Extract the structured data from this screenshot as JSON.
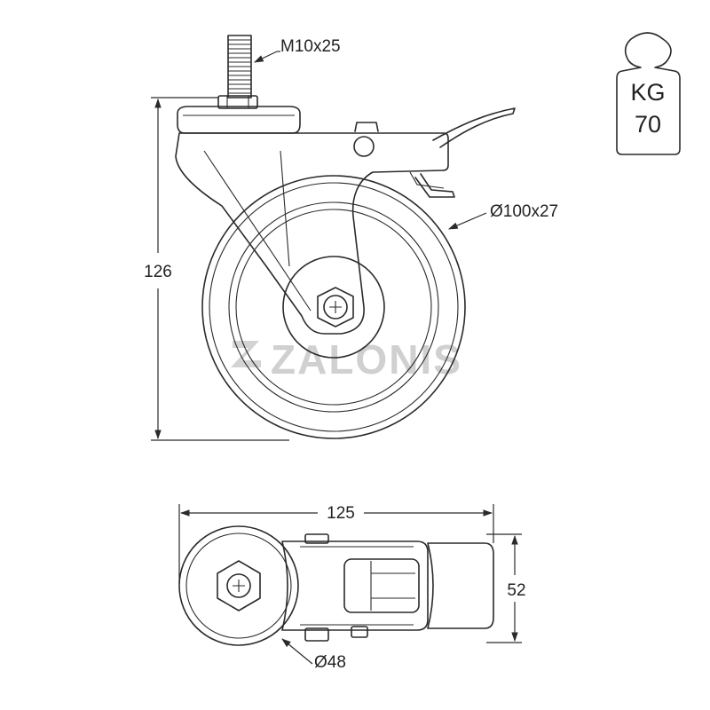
{
  "watermark": "ZALONIS",
  "load": {
    "unit": "KG",
    "value": "70"
  },
  "dimensions": {
    "thread": "M10x25",
    "wheel": "Ø100x27",
    "height": "126",
    "length": "125",
    "width": "52",
    "hub": "Ø48"
  }
}
